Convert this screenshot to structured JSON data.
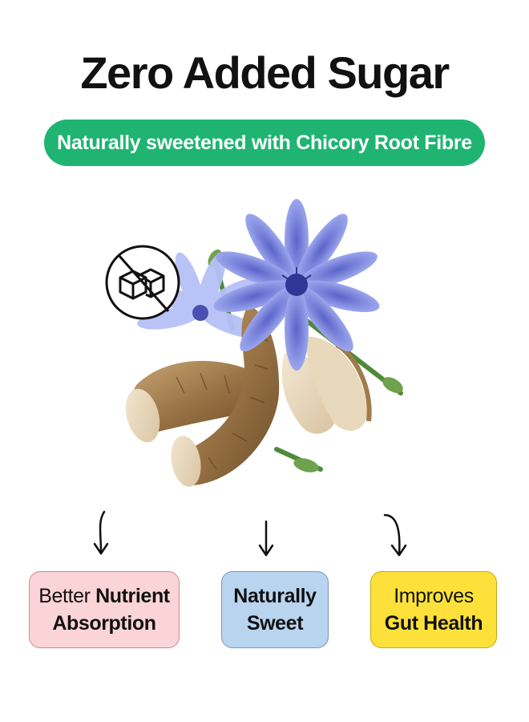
{
  "title": "Zero Added Sugar",
  "banner": "Naturally sweetened with Chicory Root Fibre",
  "colors": {
    "banner_green": "#1fb472",
    "pink_card": "#fbd4d7",
    "blue_card": "#b9d4ef",
    "yellow_card": "#fde13a"
  },
  "icons": [
    "no-sugar-cube-icon",
    "arrow-down-icon"
  ],
  "cards": [
    {
      "line1_light": "Better",
      "line1_bold": "Nutrient",
      "line2_bold": "Absorption"
    },
    {
      "line1_bold": "Naturally",
      "line2_bold": "Sweet"
    },
    {
      "line1_light": "Improves",
      "line2_bold": "Gut Health"
    }
  ]
}
